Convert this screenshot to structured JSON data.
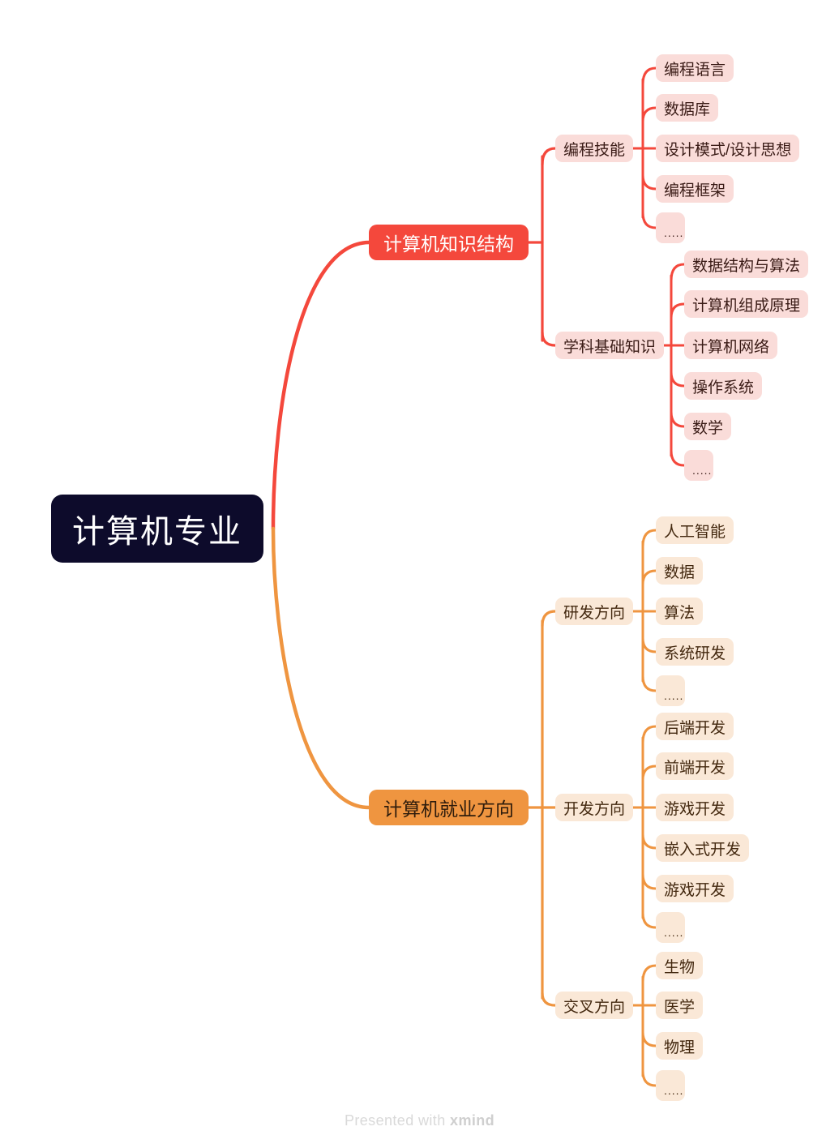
{
  "mindmap": {
    "root": {
      "label": "计算机专业"
    },
    "branches": [
      {
        "label": "计算机知识结构",
        "color": "#f4483c",
        "groups": [
          {
            "label": "编程技能",
            "children": [
              {
                "label": "编程语言"
              },
              {
                "label": "数据库"
              },
              {
                "label": "设计模式/设计思想"
              },
              {
                "label": "编程框架"
              },
              {
                "label": "....."
              }
            ]
          },
          {
            "label": "学科基础知识",
            "children": [
              {
                "label": "数据结构与算法"
              },
              {
                "label": "计算机组成原理"
              },
              {
                "label": "计算机网络"
              },
              {
                "label": "操作系统"
              },
              {
                "label": "数学"
              },
              {
                "label": "....."
              }
            ]
          }
        ]
      },
      {
        "label": "计算机就业方向",
        "color": "#ef9540",
        "groups": [
          {
            "label": "研发方向",
            "children": [
              {
                "label": "人工智能"
              },
              {
                "label": "数据"
              },
              {
                "label": "算法"
              },
              {
                "label": "系统研发"
              },
              {
                "label": "....."
              }
            ]
          },
          {
            "label": "开发方向",
            "children": [
              {
                "label": "后端开发"
              },
              {
                "label": "前端开发"
              },
              {
                "label": "游戏开发"
              },
              {
                "label": "嵌入式开发"
              },
              {
                "label": "游戏开发"
              },
              {
                "label": "....."
              }
            ]
          },
          {
            "label": "交叉方向",
            "children": [
              {
                "label": "生物"
              },
              {
                "label": "医学"
              },
              {
                "label": "物理"
              },
              {
                "label": "....."
              }
            ]
          }
        ]
      }
    ],
    "watermark": {
      "prefix": "Presented with ",
      "brand": "xmind"
    },
    "colors": {
      "root_bg": "#0d0b2b",
      "root_text": "#ffffff",
      "red": "#f4483c",
      "orange": "#ef9540",
      "pink_pill": "#fadcd9",
      "peach_pill": "#fae8d7",
      "pink_text": "#3a1b16",
      "peach_text": "#43280f",
      "background": "#ffffff",
      "watermark": "#d9d9d9"
    }
  }
}
